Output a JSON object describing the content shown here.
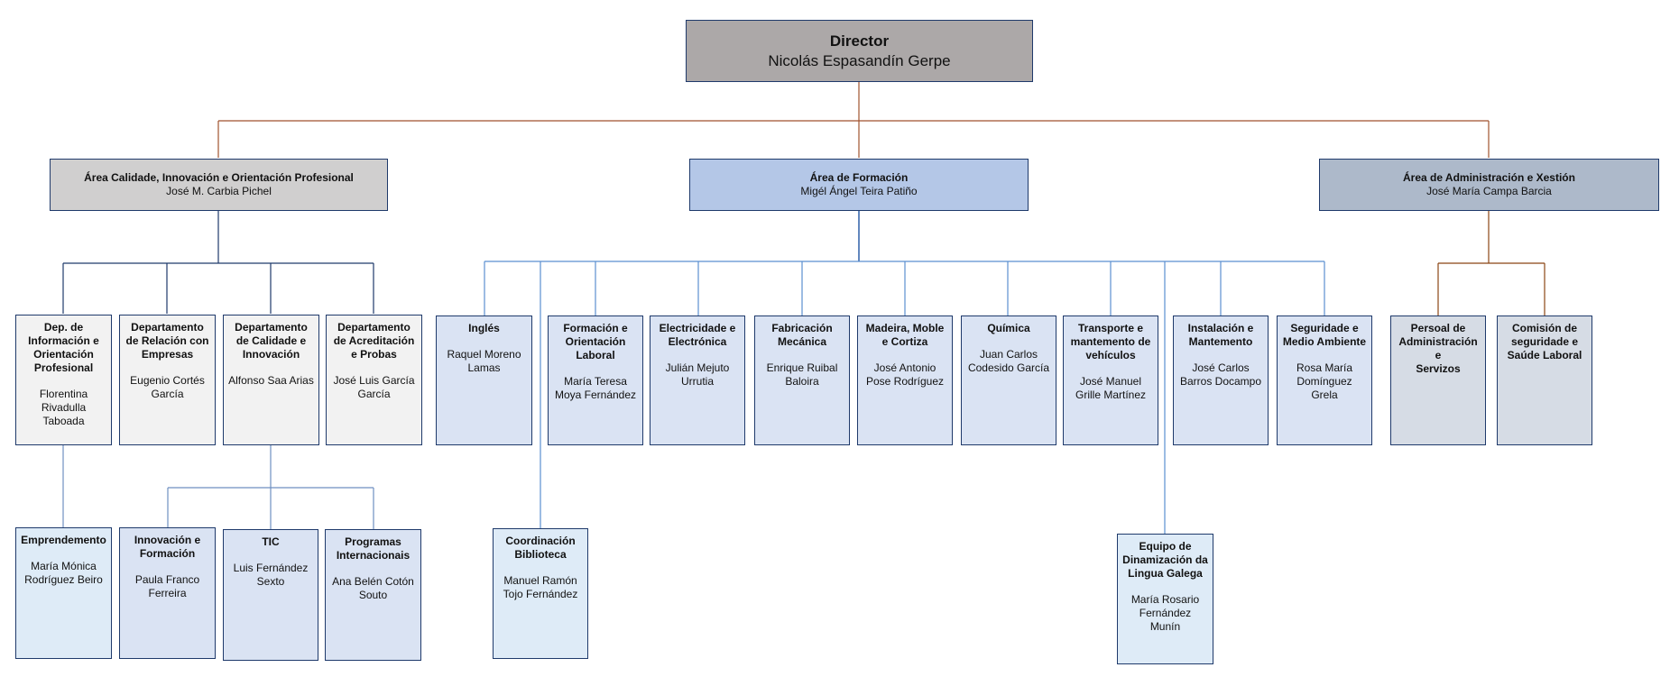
{
  "director": {
    "title": "Director",
    "name": "Nicolás Espasandín Gerpe"
  },
  "areas": {
    "calidade": {
      "title": "Área Calidade, Innovación e Orientación Profesional",
      "name": "José M. Carbia Pichel"
    },
    "formacion": {
      "title": "Área de Formación",
      "name": "Migél Ángel Teira Patiño"
    },
    "admin": {
      "title": "Área de Administración e Xestión",
      "name": "José María Campa Barcia"
    }
  },
  "calidade_depts": [
    {
      "title": "Dep. de\nInformación e\nOrientación\nProfesional",
      "name": "Florentina\nRivadulla\nTaboada"
    },
    {
      "title": "Departamento\nde Relación con\nEmpresas",
      "name": "Eugenio Cortés\nGarcía"
    },
    {
      "title": "Departamento\nde Calidade e\nInnovación",
      "name": "Alfonso Saa Arias"
    },
    {
      "title": "Departamento\nde Acreditación\ne Probas",
      "name": "José Luis García\nGarcía"
    }
  ],
  "calidade_sub": [
    {
      "title": "Emprendemento",
      "name": "María Mónica\nRodríguez Beiro"
    },
    {
      "title": "Innovación e\nFormación",
      "name": "Paula Franco\nFerreira"
    },
    {
      "title": "TIC",
      "name": "Luis Fernández\nSexto"
    },
    {
      "title": "Programas\nInternacionais",
      "name": "Ana Belén Cotón\nSouto"
    }
  ],
  "formacion_depts": [
    {
      "title": "Inglés",
      "name": "Raquel Moreno\nLamas"
    },
    {
      "title": "Formación e\nOrientación\nLaboral",
      "name": "María Teresa\nMoya Fernández"
    },
    {
      "title": "Electricidade e\nElectrónica",
      "name": "Julián Mejuto\nUrrutia"
    },
    {
      "title": "Fabricación\nMecánica",
      "name": "Enrique Ruibal\nBaloira"
    },
    {
      "title": "Madeira, Moble\ne Cortiza",
      "name": "José Antonio\nPose Rodríguez"
    },
    {
      "title": "Química",
      "name": "Juan Carlos\nCodesido García"
    },
    {
      "title": "Transporte e\nmantemento de\nvehículos",
      "name": "José Manuel\nGrille Martínez"
    },
    {
      "title": "Instalación e\nMantemento",
      "name": "José Carlos\nBarros Docampo"
    },
    {
      "title": "Seguridade e\nMedio Ambiente",
      "name": "Rosa María\nDomínguez\nGrela"
    }
  ],
  "formacion_sub": [
    {
      "title": "Coordinación\nBiblioteca",
      "name": "Manuel Ramón\nTojo Fernández"
    },
    {
      "title": "Equipo de\nDinamización da\nLingua Galega",
      "name": "María Rosario\nFernández\nMunín"
    }
  ],
  "admin_depts": [
    {
      "title": "Persoal de\nAdministración e\nServizos",
      "name": ""
    },
    {
      "title": "Comisión de\nseguridade e\nSaúde Laboral",
      "name": ""
    }
  ],
  "colors": {
    "top_connector": "#a0522d",
    "calidade_connector": "#1f3a6b",
    "formacion_connector": "#5b8fd0",
    "admin_connector": "#8b4513",
    "border": "#1f3a6b"
  }
}
